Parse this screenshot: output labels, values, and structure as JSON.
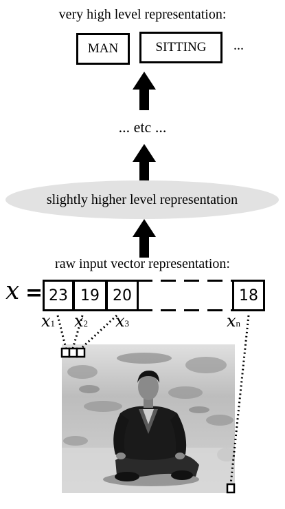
{
  "top_title": "very high level representation:",
  "concepts": [
    "MAN",
    "SITTING"
  ],
  "concepts_ellipsis": "...",
  "etc_text": "... etc ...",
  "mid_repr": "slightly higher level representation",
  "raw_title": "raw input vector representation:",
  "vector": {
    "symbol": "x",
    "equals": "=",
    "values": [
      "23",
      "19",
      "20"
    ],
    "last_value": "18",
    "sub_labels": [
      {
        "base": "x",
        "sub": "1"
      },
      {
        "base": "x",
        "sub": "2"
      },
      {
        "base": "x",
        "sub": "3"
      },
      {
        "base": "x",
        "sub": "n"
      }
    ]
  },
  "photo": {
    "subject": "man sitting cross-legged on rocky ground",
    "colors": {
      "sky": "#dcdcdc",
      "ground": "#b8b8b8",
      "jacket": "#1a1a1a",
      "skin": "#8a8a8a"
    }
  }
}
